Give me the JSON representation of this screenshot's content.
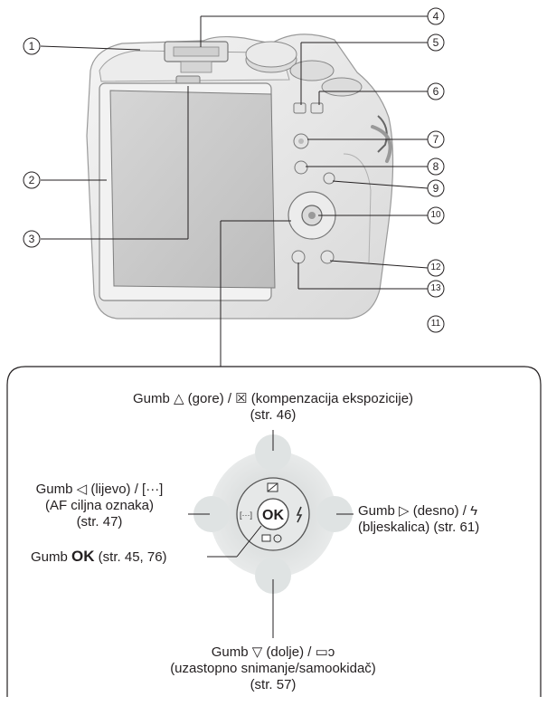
{
  "callouts": [
    {
      "num": "1"
    },
    {
      "num": "2"
    },
    {
      "num": "3"
    },
    {
      "num": "4"
    },
    {
      "num": "5"
    },
    {
      "num": "6"
    },
    {
      "num": "7"
    },
    {
      "num": "8"
    },
    {
      "num": "9"
    },
    {
      "num": "10"
    },
    {
      "num": "11"
    },
    {
      "num": "12"
    },
    {
      "num": "13"
    }
  ],
  "detail": {
    "up": {
      "l1": "Gumb △ (gore) / ☒ (kompenzacija ekspozicije)",
      "l2": "(str. 46)"
    },
    "left": {
      "l1": "Gumb ◁ (lijevo) / [···]",
      "l2": "(AF ciljna oznaka)",
      "l3": "(str. 47)"
    },
    "right": {
      "l1": "Gumb ▷ (desno) / ϟ",
      "l2": "(bljeskalica) (str. 61)"
    },
    "ok": {
      "prefix": "Gumb ",
      "bold": "OK",
      "suffix": " (str. 45, 76)"
    },
    "down": {
      "l1": "Gumb ▽ (dolje) / ▭ↄ",
      "l2": "(uzastopno snimanje/samookidač)",
      "l3": "(str. 57)"
    },
    "dial_ok": "OK"
  }
}
